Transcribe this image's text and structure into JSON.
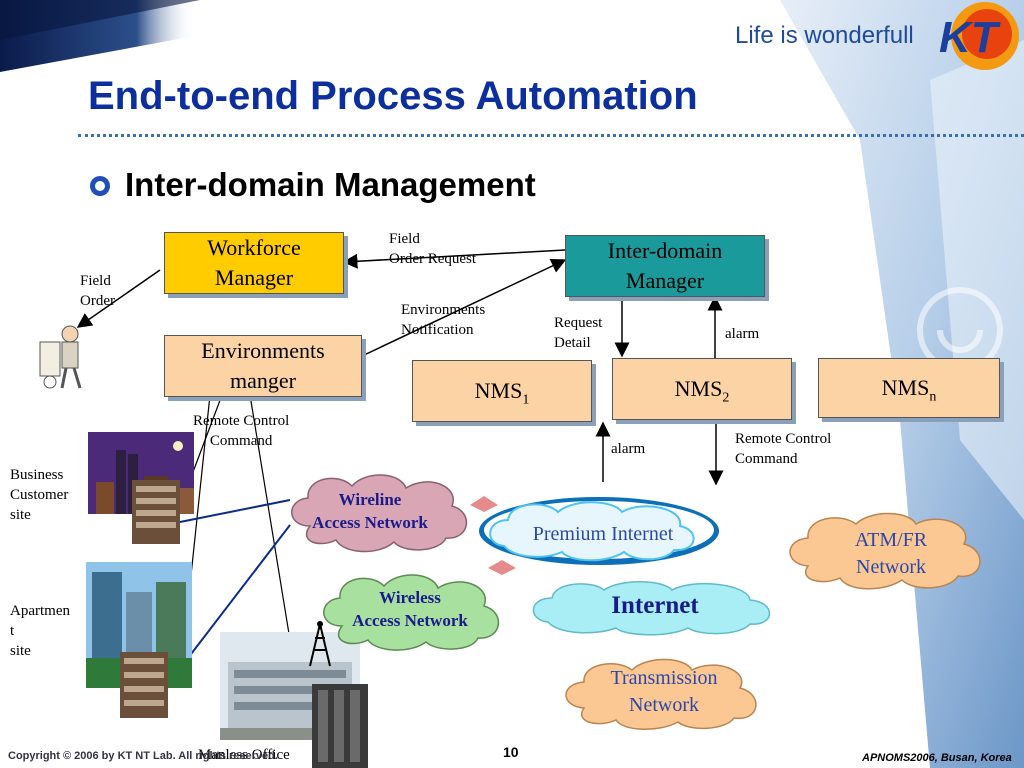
{
  "header": {
    "slogan": "Life is wonderfull",
    "logo_text": "KT",
    "title": "End-to-end Process Automation",
    "subtitle": "Inter-domain Management"
  },
  "diagram": {
    "boxes": {
      "workforce": "Workforce\nManager",
      "interdomain": "Inter-domain\nManager",
      "environments": "Environments\nmanger",
      "nms1": "NMS",
      "nms1_sub": "1",
      "nms2": "NMS",
      "nms2_sub": "2",
      "nmsn": "NMS",
      "nmsn_sub": "n"
    },
    "labels": {
      "field_order_request": "Field\nOrder Request",
      "field_order": "Field\nOrder",
      "env_notification": "Environments\nNotification",
      "request_detail": "Request\nDetail",
      "alarm_top": "alarm",
      "alarm_bottom": "alarm",
      "remote_control_left": "Remote Control\nCommand",
      "remote_control_right": "Remote Control\nCommand",
      "business_site": "Business\nCustomer\nsite",
      "apartment_site": "Apartmen\nt\nsite",
      "manless_office": "Manless Office"
    },
    "clouds": {
      "wireline": "Wireline\nAccess Network",
      "wireless": "Wireless\nAccess Network",
      "premium": "Premium Internet",
      "internet": "Internet",
      "atm": "ATM/FR\nNetwork",
      "transmission": "Transmission\nNetwork"
    },
    "colors": {
      "workforce_fill": "#ffcc00",
      "interdomain_fill": "#1a9a9a",
      "nms_fill": "#fcd3a5",
      "wireline_fill": "#d9a6b5",
      "wireless_fill": "#a8e0a0",
      "premium_fill": "#4fc3f0",
      "internet_fill": "#a8eef4",
      "orange_cloud_fill": "#fbc893",
      "title_color": "#0d2f9e"
    }
  },
  "footer": {
    "copyright": "Copyright © 2006 by KT NT Lab. All rights reserved.",
    "page_number": "10",
    "conference": "APNOMS2006, Busan, Korea"
  }
}
